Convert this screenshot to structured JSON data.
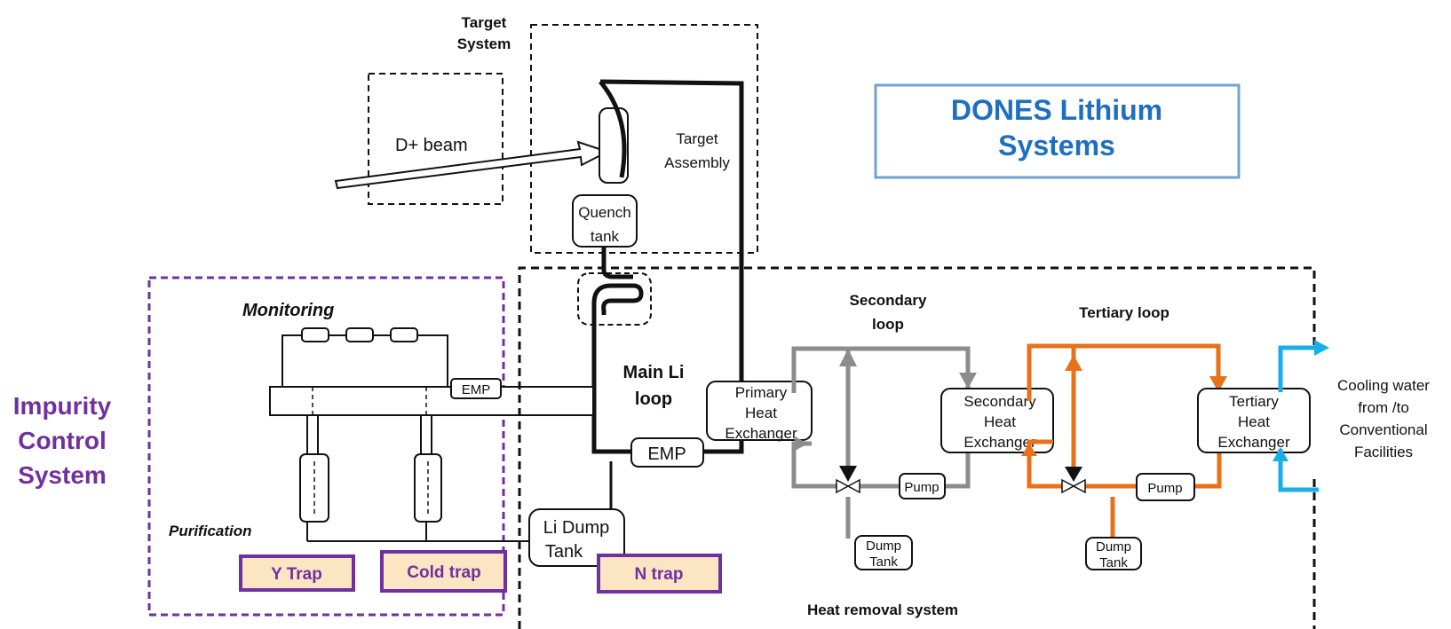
{
  "title": {
    "line1": "DONES Lithium",
    "line2": "Systems"
  },
  "target_system": {
    "label_line1": "Target",
    "label_line2": "System",
    "beam": "D+ beam",
    "assembly_line1": "Target",
    "assembly_line2": "Assembly",
    "quench_line1": "Quench",
    "quench_line2": "tank"
  },
  "impurity_control": {
    "label_line1": "Impurity",
    "label_line2": "Control",
    "label_line3": "System",
    "monitoring": "Monitoring",
    "purification": "Purification",
    "emp": "EMP",
    "traps": [
      "Y Trap",
      "Cold trap",
      "N trap"
    ]
  },
  "main_loop": {
    "label_line1": "Main Li",
    "label_line2": "loop",
    "emp": "EMP",
    "dump_line1": "Li Dump",
    "dump_line2": "Tank",
    "hx_line1": "Primary",
    "hx_line2": "Heat",
    "hx_line3": "Exchanger"
  },
  "secondary_loop": {
    "label_line1": "Secondary",
    "label_line2": "loop",
    "hx_line1": "Secondary",
    "hx_line2": "Heat",
    "hx_line3": "Exchanger",
    "pump": "Pump",
    "dump_line1": "Dump",
    "dump_line2": "Tank"
  },
  "tertiary_loop": {
    "label": "Tertiary loop",
    "hx_line1": "Tertiary",
    "hx_line2": "Heat",
    "hx_line3": "Exchanger",
    "pump": "Pump",
    "dump_line1": "Dump",
    "dump_line2": "Tank"
  },
  "cooling_water": {
    "line1": "Cooling water",
    "line2": "from /to",
    "line3": "Conventional",
    "line4": "Facilities"
  },
  "heat_removal": "Heat removal system",
  "colors": {
    "title_blue": "#1f6fc0",
    "title_border": "#6fa3d3",
    "purple": "#7030a0",
    "trap_fill": "#fbe5c2",
    "grey_loop": "#8c8c8c",
    "orange_loop": "#e8711a",
    "water_blue": "#19aee8"
  }
}
